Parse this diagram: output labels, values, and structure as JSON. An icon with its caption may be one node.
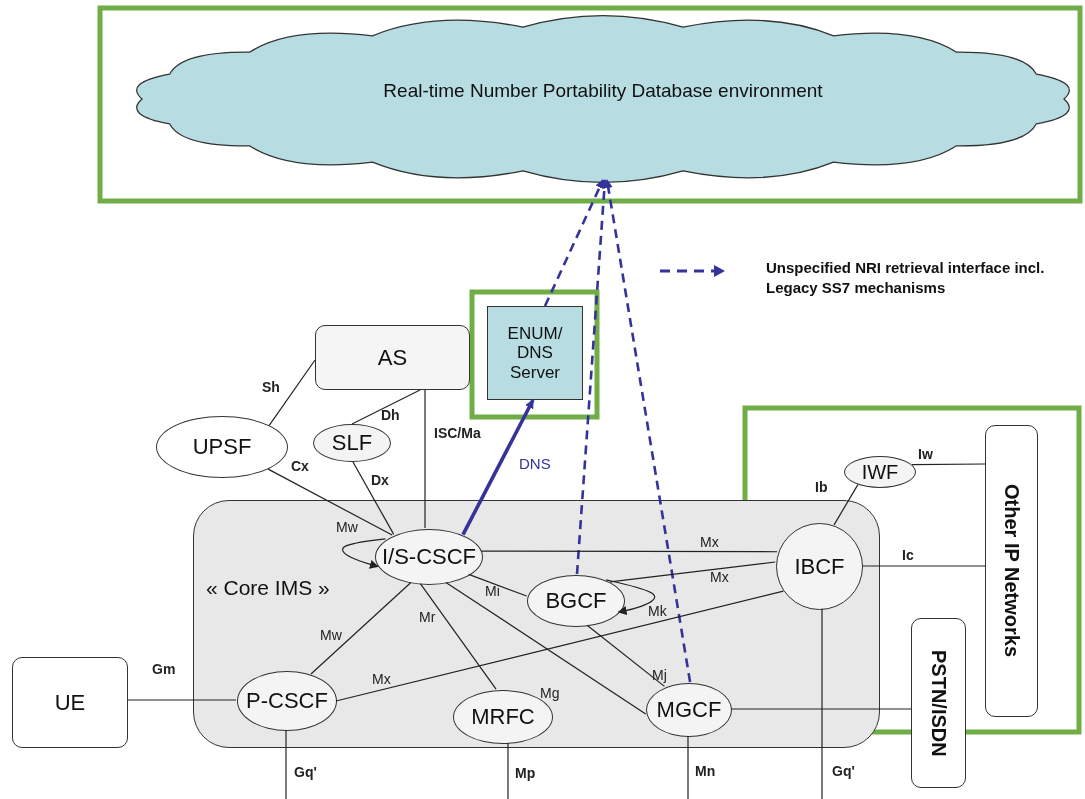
{
  "diagram": {
    "nodes": [
      {
        "text": [
          "Real-time Number Portability Database environment"
        ]
      },
      {
        "text": [
          "AS"
        ]
      },
      {
        "text": [
          "ENUM/ DNS Server"
        ]
      },
      {
        "text": [
          "UPSF"
        ]
      },
      {
        "text": [
          "SLF"
        ]
      },
      {
        "text": [
          "« Core IMS »"
        ]
      },
      {
        "text": [
          "I/S-CSCF"
        ],
        "in": 5
      },
      {
        "text": [
          "BGCF"
        ],
        "in": 5
      },
      {
        "text": [
          "IBCF"
        ],
        "in": 5
      },
      {
        "text": [
          "IWF"
        ]
      },
      {
        "text": [
          "Other IP Networks"
        ]
      },
      {
        "text": [
          "UE"
        ]
      },
      {
        "text": [
          "P-CSCF"
        ],
        "in": 5
      },
      {
        "text": [
          "MRFC"
        ],
        "in": 5
      },
      {
        "text": [
          "MGCF"
        ],
        "in": 5
      },
      {
        "text": [
          "PSTN/ISDN"
        ]
      }
    ],
    "edges": [
      {
        "from": 2,
        "to": 0,
        "arrow": "to",
        "style": "dashed",
        "color": "#33339a"
      },
      {
        "from": 7,
        "to": 0,
        "arrow": "to",
        "style": "dashed",
        "color": "#33339a"
      },
      {
        "from": 14,
        "to": 0,
        "arrow": "to",
        "style": "dashed",
        "color": "#33339a"
      },
      {
        "from": 6,
        "to": 2,
        "arrow": "to",
        "label": "DNS",
        "style": "thick",
        "color": "#33339a"
      },
      {
        "from": 3,
        "to": 1,
        "arrow": "none",
        "label": "Sh"
      },
      {
        "from": 4,
        "to": 1,
        "arrow": "none",
        "label": "Dh"
      },
      {
        "from": 6,
        "to": 1,
        "arrow": "none",
        "label": "ISC/Ma"
      },
      {
        "from": 3,
        "to": 6,
        "arrow": "none",
        "label": "Cx"
      },
      {
        "from": 4,
        "to": 6,
        "arrow": "none",
        "label": "Dx"
      },
      {
        "from": 6,
        "to": 6,
        "arrow": "to",
        "label": "Mw"
      },
      {
        "from": 6,
        "to": 8,
        "arrow": "none",
        "label": "Mx"
      },
      {
        "from": 6,
        "to": 7,
        "arrow": "none",
        "label": "Mi"
      },
      {
        "from": 7,
        "to": 7,
        "arrow": "to",
        "label": "Mk"
      },
      {
        "from": 7,
        "to": 8,
        "arrow": "none",
        "label": "Mx"
      },
      {
        "from": 12,
        "to": 6,
        "arrow": "none",
        "label": "Mw"
      },
      {
        "from": 6,
        "to": 13,
        "arrow": "none",
        "label": "Mr"
      },
      {
        "from": 6,
        "to": 14,
        "arrow": "none",
        "label": "Mg"
      },
      {
        "from": 7,
        "to": 14,
        "arrow": "none",
        "label": "Mj"
      },
      {
        "from": 12,
        "to": 8,
        "arrow": "none",
        "label": "Mx"
      },
      {
        "from": 11,
        "to": 12,
        "arrow": "none",
        "label": "Gm"
      },
      {
        "from": 8,
        "to": 9,
        "arrow": "none",
        "label": "Ib"
      },
      {
        "from": 9,
        "to": 10,
        "arrow": "none",
        "label": "Iw"
      },
      {
        "from": 8,
        "to": 10,
        "arrow": "none",
        "label": "Ic"
      },
      {
        "from": 14,
        "to": 15,
        "arrow": "none"
      },
      {
        "from": 12,
        "to": null,
        "arrow": "none",
        "label": "Gq'"
      },
      {
        "from": 13,
        "to": null,
        "arrow": "none",
        "label": "Mp"
      },
      {
        "from": 14,
        "to": null,
        "arrow": "none",
        "label": "Mn"
      },
      {
        "from": 8,
        "to": null,
        "arrow": "none",
        "label": "Gq'"
      }
    ],
    "legend": [
      {
        "text": "Unspecified NRI retrieval interface incl. Legacy SS7 mechanisms"
      }
    ]
  }
}
